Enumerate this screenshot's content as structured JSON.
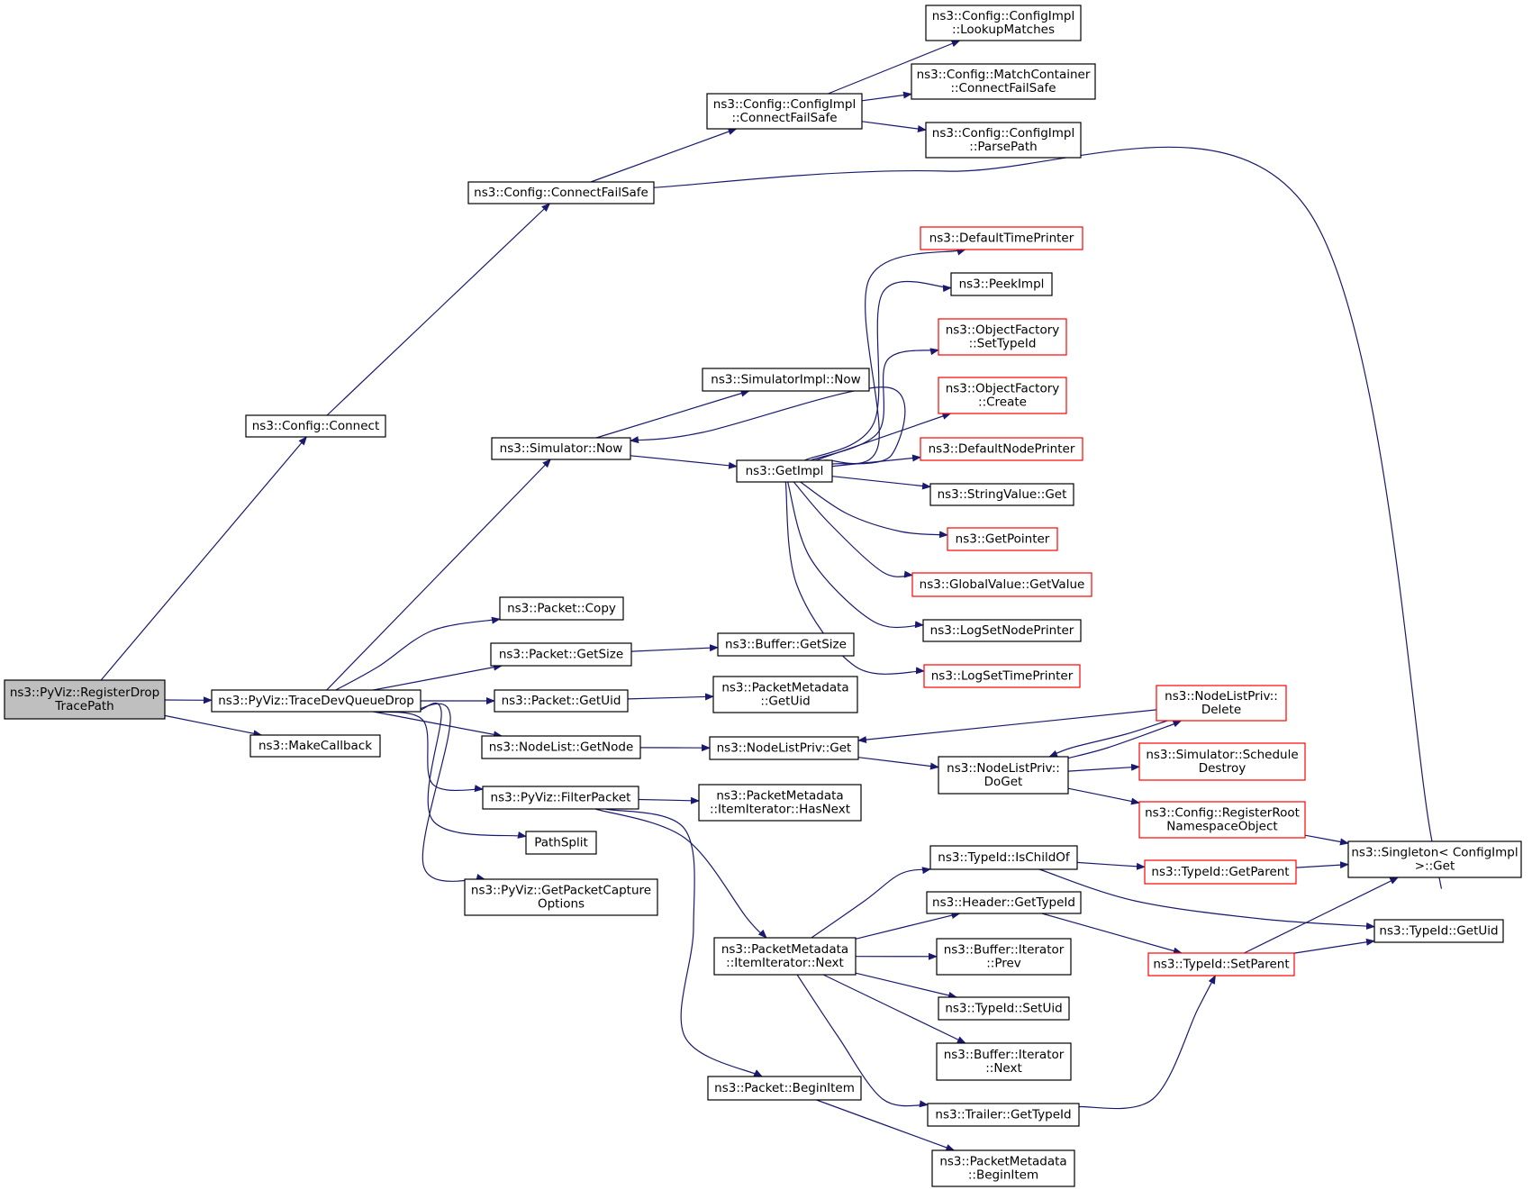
{
  "diagram": {
    "colors": {
      "edge": "#191970",
      "normal_border": "#000000",
      "truncated_border": "#ff0000",
      "root_fill": "#bfbfbf",
      "node_fill": "#ffffff"
    },
    "nodes": [
      {
        "id": "root",
        "lines": [
          "ns3::PyViz::RegisterDrop",
          "TracePath"
        ],
        "style": "root"
      },
      {
        "id": "config_connect",
        "lines": [
          "ns3::Config::Connect"
        ],
        "style": "normal"
      },
      {
        "id": "make_callback",
        "lines": [
          "ns3::MakeCallback"
        ],
        "style": "normal"
      },
      {
        "id": "trace_dev_queue_drop",
        "lines": [
          "ns3::PyViz::TraceDevQueueDrop"
        ],
        "style": "normal"
      },
      {
        "id": "config_connect_fail_safe",
        "lines": [
          "ns3::Config::ConnectFailSafe"
        ],
        "style": "normal"
      },
      {
        "id": "configimpl_connect_fail_safe",
        "lines": [
          "ns3::Config::ConfigImpl",
          "::ConnectFailSafe"
        ],
        "style": "normal"
      },
      {
        "id": "configimpl_lookup_matches",
        "lines": [
          "ns3::Config::ConfigImpl",
          "::LookupMatches"
        ],
        "style": "normal"
      },
      {
        "id": "match_container_connect_fail_safe",
        "lines": [
          "ns3::Config::MatchContainer",
          "::ConnectFailSafe"
        ],
        "style": "normal"
      },
      {
        "id": "configimpl_parse_path",
        "lines": [
          "ns3::Config::ConfigImpl",
          "::ParsePath"
        ],
        "style": "normal"
      },
      {
        "id": "singleton_get",
        "lines": [
          "ns3::Singleton< ConfigImpl",
          ">::Get"
        ],
        "style": "normal"
      },
      {
        "id": "simulator_now",
        "lines": [
          "ns3::Simulator::Now"
        ],
        "style": "normal"
      },
      {
        "id": "simulatorimpl_now",
        "lines": [
          "ns3::SimulatorImpl::Now"
        ],
        "style": "normal"
      },
      {
        "id": "get_impl",
        "lines": [
          "ns3::GetImpl"
        ],
        "style": "normal"
      },
      {
        "id": "default_time_printer",
        "lines": [
          "ns3::DefaultTimePrinter"
        ],
        "style": "truncated"
      },
      {
        "id": "peek_impl",
        "lines": [
          "ns3::PeekImpl"
        ],
        "style": "normal"
      },
      {
        "id": "object_factory_set_type_id",
        "lines": [
          "ns3::ObjectFactory",
          "::SetTypeId"
        ],
        "style": "truncated"
      },
      {
        "id": "object_factory_create",
        "lines": [
          "ns3::ObjectFactory",
          "::Create"
        ],
        "style": "truncated"
      },
      {
        "id": "default_node_printer",
        "lines": [
          "ns3::DefaultNodePrinter"
        ],
        "style": "truncated"
      },
      {
        "id": "string_value_get",
        "lines": [
          "ns3::StringValue::Get"
        ],
        "style": "normal"
      },
      {
        "id": "get_pointer",
        "lines": [
          "ns3::GetPointer"
        ],
        "style": "truncated"
      },
      {
        "id": "global_value_get_value",
        "lines": [
          "ns3::GlobalValue::GetValue"
        ],
        "style": "truncated"
      },
      {
        "id": "log_set_node_printer",
        "lines": [
          "ns3::LogSetNodePrinter"
        ],
        "style": "normal"
      },
      {
        "id": "log_set_time_printer",
        "lines": [
          "ns3::LogSetTimePrinter"
        ],
        "style": "truncated"
      },
      {
        "id": "packet_copy",
        "lines": [
          "ns3::Packet::Copy"
        ],
        "style": "normal"
      },
      {
        "id": "packet_get_size",
        "lines": [
          "ns3::Packet::GetSize"
        ],
        "style": "normal"
      },
      {
        "id": "buffer_get_size",
        "lines": [
          "ns3::Buffer::GetSize"
        ],
        "style": "normal"
      },
      {
        "id": "packet_get_uid",
        "lines": [
          "ns3::Packet::GetUid"
        ],
        "style": "normal"
      },
      {
        "id": "packet_metadata_get_uid",
        "lines": [
          "ns3::PacketMetadata",
          "::GetUid"
        ],
        "style": "normal"
      },
      {
        "id": "node_list_get_node",
        "lines": [
          "ns3::NodeList::GetNode"
        ],
        "style": "normal"
      },
      {
        "id": "node_list_priv_get",
        "lines": [
          "ns3::NodeListPriv::Get"
        ],
        "style": "normal"
      },
      {
        "id": "node_list_priv_do_get",
        "lines": [
          "ns3::NodeListPriv::",
          "DoGet"
        ],
        "style": "normal"
      },
      {
        "id": "node_list_priv_delete",
        "lines": [
          "ns3::NodeListPriv::",
          "Delete"
        ],
        "style": "truncated"
      },
      {
        "id": "simulator_schedule_destroy",
        "lines": [
          "ns3::Simulator::Schedule",
          "Destroy"
        ],
        "style": "truncated"
      },
      {
        "id": "register_root_namespace_object",
        "lines": [
          "ns3::Config::RegisterRoot",
          "NamespaceObject"
        ],
        "style": "truncated"
      },
      {
        "id": "filter_packet",
        "lines": [
          "ns3::PyViz::FilterPacket"
        ],
        "style": "normal"
      },
      {
        "id": "item_iterator_has_next",
        "lines": [
          "ns3::PacketMetadata",
          "::ItemIterator::HasNext"
        ],
        "style": "normal"
      },
      {
        "id": "path_split",
        "lines": [
          "PathSplit"
        ],
        "style": "normal"
      },
      {
        "id": "get_packet_capture_options",
        "lines": [
          "ns3::PyViz::GetPacketCapture",
          "Options"
        ],
        "style": "normal"
      },
      {
        "id": "item_iterator_next",
        "lines": [
          "ns3::PacketMetadata",
          "::ItemIterator::Next"
        ],
        "style": "normal"
      },
      {
        "id": "packet_begin_item",
        "lines": [
          "ns3::Packet::BeginItem"
        ],
        "style": "normal"
      },
      {
        "id": "packet_metadata_begin_item",
        "lines": [
          "ns3::PacketMetadata",
          "::BeginItem"
        ],
        "style": "normal"
      },
      {
        "id": "type_id_is_child_of",
        "lines": [
          "ns3::TypeId::IsChildOf"
        ],
        "style": "normal"
      },
      {
        "id": "type_id_get_parent",
        "lines": [
          "ns3::TypeId::GetParent"
        ],
        "style": "truncated"
      },
      {
        "id": "type_id_get_uid",
        "lines": [
          "ns3::TypeId::GetUid"
        ],
        "style": "normal"
      },
      {
        "id": "header_get_type_id",
        "lines": [
          "ns3::Header::GetTypeId"
        ],
        "style": "normal"
      },
      {
        "id": "type_id_set_parent",
        "lines": [
          "ns3::TypeId::SetParent"
        ],
        "style": "truncated"
      },
      {
        "id": "buffer_iterator_prev",
        "lines": [
          "ns3::Buffer::Iterator",
          "::Prev"
        ],
        "style": "normal"
      },
      {
        "id": "type_id_set_uid",
        "lines": [
          "ns3::TypeId::SetUid"
        ],
        "style": "normal"
      },
      {
        "id": "buffer_iterator_next",
        "lines": [
          "ns3::Buffer::Iterator",
          "::Next"
        ],
        "style": "normal"
      },
      {
        "id": "trailer_get_type_id",
        "lines": [
          "ns3::Trailer::GetTypeId"
        ],
        "style": "normal"
      }
    ],
    "edges": [
      {
        "from": "root",
        "to": "config_connect"
      },
      {
        "from": "root",
        "to": "trace_dev_queue_drop"
      },
      {
        "from": "root",
        "to": "make_callback"
      },
      {
        "from": "config_connect",
        "to": "config_connect_fail_safe"
      },
      {
        "from": "config_connect_fail_safe",
        "to": "configimpl_connect_fail_safe"
      },
      {
        "from": "config_connect_fail_safe",
        "to": "singleton_get"
      },
      {
        "from": "configimpl_connect_fail_safe",
        "to": "configimpl_lookup_matches"
      },
      {
        "from": "configimpl_connect_fail_safe",
        "to": "match_container_connect_fail_safe"
      },
      {
        "from": "configimpl_connect_fail_safe",
        "to": "configimpl_parse_path"
      },
      {
        "from": "trace_dev_queue_drop",
        "to": "simulator_now"
      },
      {
        "from": "trace_dev_queue_drop",
        "to": "packet_copy"
      },
      {
        "from": "trace_dev_queue_drop",
        "to": "packet_get_size"
      },
      {
        "from": "trace_dev_queue_drop",
        "to": "packet_get_uid"
      },
      {
        "from": "trace_dev_queue_drop",
        "to": "node_list_get_node"
      },
      {
        "from": "trace_dev_queue_drop",
        "to": "filter_packet"
      },
      {
        "from": "trace_dev_queue_drop",
        "to": "path_split"
      },
      {
        "from": "trace_dev_queue_drop",
        "to": "get_packet_capture_options"
      },
      {
        "from": "simulator_now",
        "to": "simulatorimpl_now"
      },
      {
        "from": "simulator_now",
        "to": "get_impl"
      },
      {
        "from": "get_impl",
        "to": "default_time_printer"
      },
      {
        "from": "get_impl",
        "to": "peek_impl"
      },
      {
        "from": "get_impl",
        "to": "object_factory_set_type_id"
      },
      {
        "from": "get_impl",
        "to": "object_factory_create"
      },
      {
        "from": "get_impl",
        "to": "default_node_printer"
      },
      {
        "from": "get_impl",
        "to": "string_value_get"
      },
      {
        "from": "get_impl",
        "to": "get_pointer"
      },
      {
        "from": "get_impl",
        "to": "global_value_get_value"
      },
      {
        "from": "get_impl",
        "to": "log_set_node_printer"
      },
      {
        "from": "get_impl",
        "to": "log_set_time_printer"
      },
      {
        "from": "get_impl",
        "to": "simulator_now"
      },
      {
        "from": "packet_get_size",
        "to": "buffer_get_size"
      },
      {
        "from": "packet_get_uid",
        "to": "packet_metadata_get_uid"
      },
      {
        "from": "node_list_get_node",
        "to": "node_list_priv_get"
      },
      {
        "from": "node_list_priv_get",
        "to": "node_list_priv_do_get"
      },
      {
        "from": "node_list_priv_do_get",
        "to": "node_list_priv_delete"
      },
      {
        "from": "node_list_priv_do_get",
        "to": "simulator_schedule_destroy"
      },
      {
        "from": "node_list_priv_do_get",
        "to": "register_root_namespace_object"
      },
      {
        "from": "node_list_priv_delete",
        "to": "node_list_priv_get"
      },
      {
        "from": "node_list_priv_delete",
        "to": "node_list_priv_do_get"
      },
      {
        "from": "register_root_namespace_object",
        "to": "singleton_get"
      },
      {
        "from": "filter_packet",
        "to": "item_iterator_has_next"
      },
      {
        "from": "filter_packet",
        "to": "item_iterator_next"
      },
      {
        "from": "filter_packet",
        "to": "packet_begin_item"
      },
      {
        "from": "item_iterator_next",
        "to": "type_id_is_child_of"
      },
      {
        "from": "item_iterator_next",
        "to": "header_get_type_id"
      },
      {
        "from": "item_iterator_next",
        "to": "buffer_iterator_prev"
      },
      {
        "from": "item_iterator_next",
        "to": "type_id_set_uid"
      },
      {
        "from": "item_iterator_next",
        "to": "buffer_iterator_next"
      },
      {
        "from": "item_iterator_next",
        "to": "trailer_get_type_id"
      },
      {
        "from": "packet_begin_item",
        "to": "packet_metadata_begin_item"
      },
      {
        "from": "type_id_is_child_of",
        "to": "type_id_get_parent"
      },
      {
        "from": "type_id_is_child_of",
        "to": "type_id_get_uid"
      },
      {
        "from": "type_id_get_parent",
        "to": "singleton_get"
      },
      {
        "from": "header_get_type_id",
        "to": "type_id_set_parent"
      },
      {
        "from": "trailer_get_type_id",
        "to": "type_id_set_parent"
      },
      {
        "from": "type_id_set_parent",
        "to": "singleton_get"
      },
      {
        "from": "type_id_set_parent",
        "to": "type_id_get_uid"
      }
    ]
  }
}
